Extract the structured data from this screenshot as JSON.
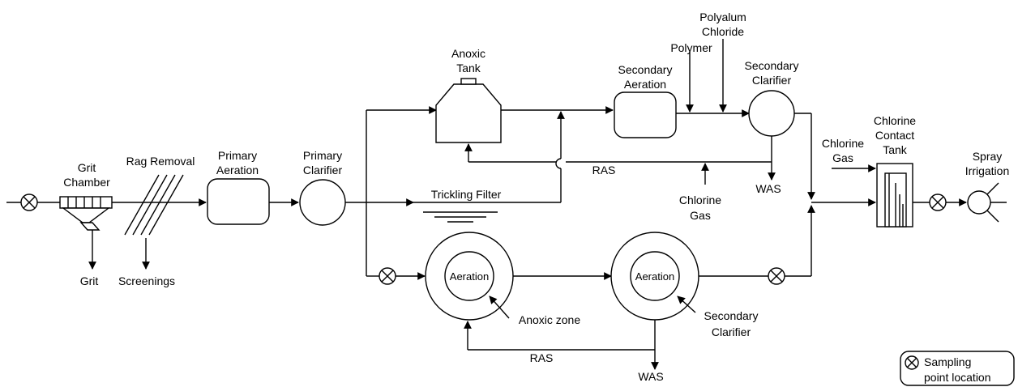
{
  "labels": {
    "grit_chamber": [
      "Grit",
      "Chamber"
    ],
    "grit": "Grit",
    "rag_removal": "Rag Removal",
    "screenings": "Screenings",
    "primary_aeration": [
      "Primary",
      "Aeration"
    ],
    "primary_clarifier": [
      "Primary",
      "Clarifier"
    ],
    "anoxic_tank": [
      "Anoxic",
      "Tank"
    ],
    "secondary_aeration": [
      "Secondary",
      "Aeration"
    ],
    "polymer": "Polymer",
    "polyalum_chloride": [
      "Polyalum",
      "Chloride"
    ],
    "secondary_clarifier_top": [
      "Secondary",
      "Clarifier"
    ],
    "ras_top": "RAS",
    "was_top": "WAS",
    "chlorine_gas_mid": [
      "Chlorine",
      "Gas"
    ],
    "trickling_filter": "Trickling Filter",
    "chlorine_gas_right": [
      "Chlorine",
      "Gas"
    ],
    "chlorine_contact_tank": [
      "Chlorine",
      "Contact",
      "Tank"
    ],
    "spray_irrigation": [
      "Spray",
      "Irrigation"
    ],
    "aeration_1": "Aeration",
    "aeration_2": "Aeration",
    "anoxic_zone": "Anoxic zone",
    "secondary_clarifier_bottom": [
      "Secondary",
      "Clarifier"
    ],
    "ras_bottom": "RAS",
    "was_bottom": "WAS",
    "legend": [
      "Sampling",
      "point location"
    ]
  }
}
